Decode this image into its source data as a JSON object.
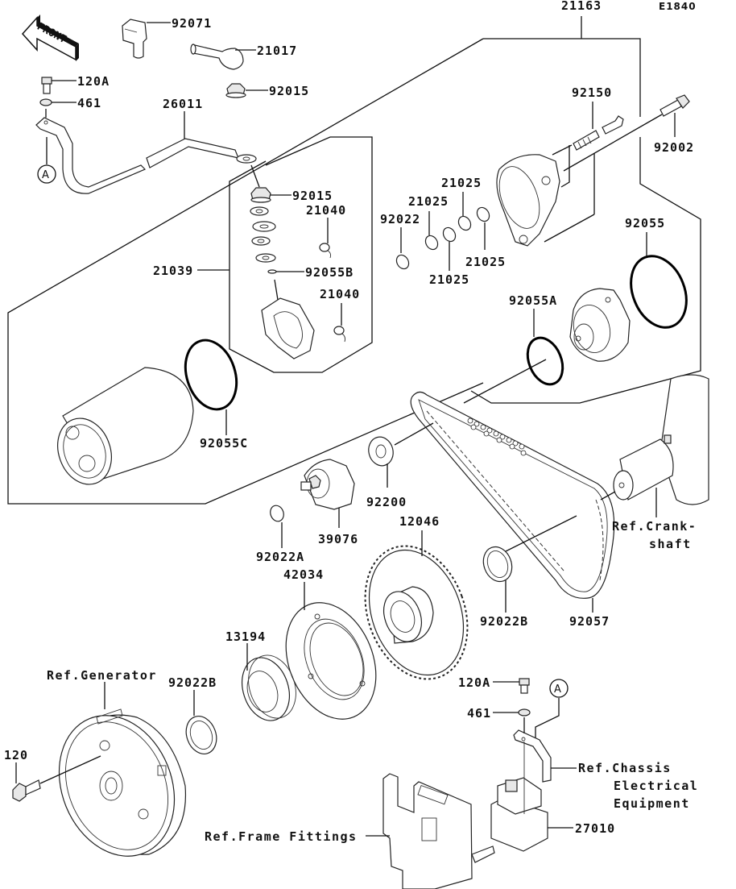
{
  "diagram": {
    "title_code": "E1840",
    "front_arrow_text": "FRONT",
    "callout_marker": "A",
    "parts": {
      "p92071": "92071",
      "p21017": "21017",
      "p92015_top": "92015",
      "p120A_top": "120A",
      "p461_top": "461",
      "p26011": "26011",
      "p92015_mid": "92015",
      "p21040_a": "21040",
      "p21039": "21039",
      "p92055B": "92055B",
      "p21040_b": "21040",
      "p21163": "21163",
      "p92150": "92150",
      "p92002": "92002",
      "p21025_a": "21025",
      "p21025_b": "21025",
      "p92022": "92022",
      "p21025_c": "21025",
      "p21025_d": "21025",
      "p92055": "92055",
      "p92055A": "92055A",
      "p92055C": "92055C",
      "p92200": "92200",
      "p39076": "39076",
      "p92022A": "92022A",
      "p12046": "12046",
      "p42034": "42034",
      "p92022B_right": "92022B",
      "p92057": "92057",
      "p13194": "13194",
      "p92022B_left": "92022B",
      "p120": "120",
      "p120A_bottom": "120A",
      "p461_bottom": "461",
      "p27010": "27010"
    },
    "references": {
      "crankshaft_line1": "Ref.Crank-",
      "crankshaft_line2": "shaft",
      "generator": "Ref.Generator",
      "chassis_line1": "Ref.Chassis",
      "chassis_line2": "Electrical",
      "chassis_line3": "Equipment",
      "frame_fittings": "Ref.Frame Fittings"
    }
  }
}
